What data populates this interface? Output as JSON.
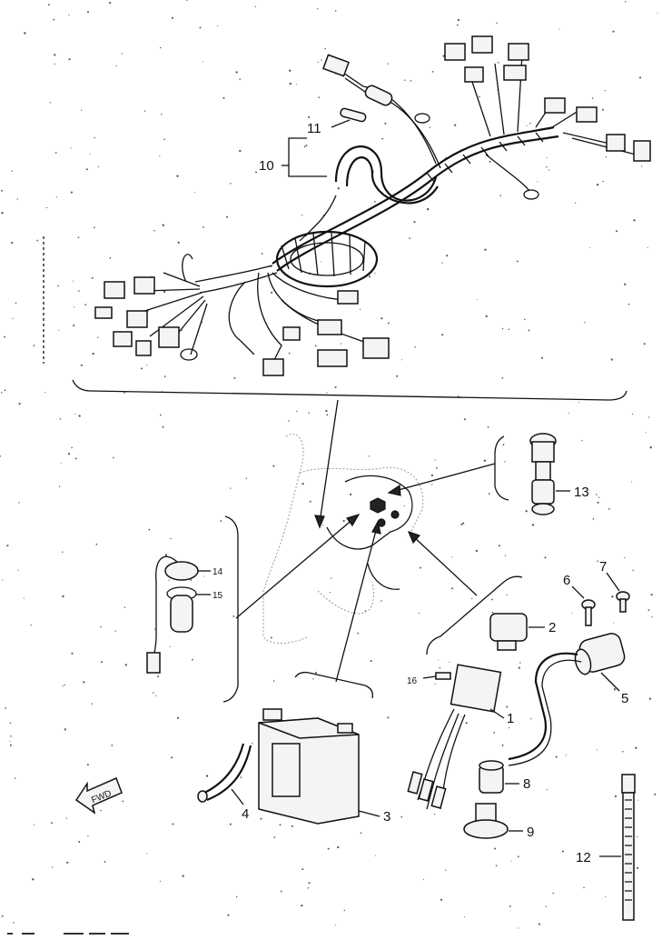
{
  "labels": {
    "p1": "1",
    "p2": "2",
    "p3": "3",
    "p4": "4",
    "p5": "5",
    "p6": "6",
    "p7": "7",
    "p8": "8",
    "p9": "9",
    "p10": "10",
    "p11": "11",
    "p12": "12",
    "p13": "13",
    "p14": "14",
    "p15": "15",
    "p16": "16"
  },
  "fwd": "FWD",
  "colors": {
    "ink": "#111111",
    "paper": "#ffffff"
  }
}
